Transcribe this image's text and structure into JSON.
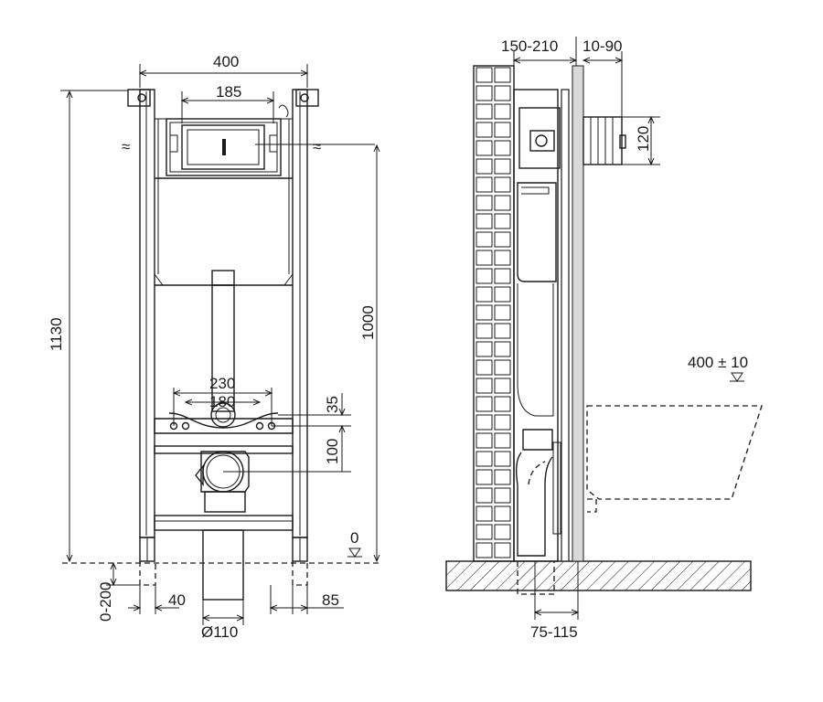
{
  "front_view": {
    "dims": {
      "frame_width": "400",
      "tank_width": "185",
      "total_height": "1130",
      "tank_height": "1000",
      "outer_bolts": "230",
      "inner_bolts": "180",
      "bolt_offset": "35",
      "pipe_offset": "100",
      "foot_height": "0-200",
      "foot_left": "40",
      "foot_right": "85",
      "drain_diameter": "Ø110"
    },
    "zero_mark": "0"
  },
  "side_view": {
    "dims": {
      "wall_gap": "150-210",
      "panel_thickness": "10-90",
      "connector_height": "120",
      "bowl_height": "400 ± 10",
      "floor_offset": "75-115"
    }
  }
}
